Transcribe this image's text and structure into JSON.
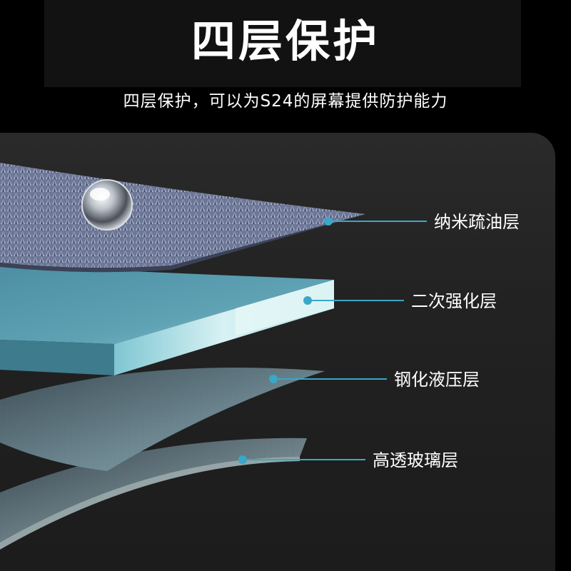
{
  "header": {
    "title": "四层保护",
    "subtitle": "四层保护，可以为S24的屏幕提供防护能力"
  },
  "layers": [
    {
      "label": "纳米疏油层"
    },
    {
      "label": "二次强化层"
    },
    {
      "label": "钢化液压层"
    },
    {
      "label": "高透玻璃层"
    }
  ],
  "colors": {
    "background": "#000000",
    "panel": "#252525",
    "accent": "#3aa7c8",
    "text": "#ffffff"
  }
}
